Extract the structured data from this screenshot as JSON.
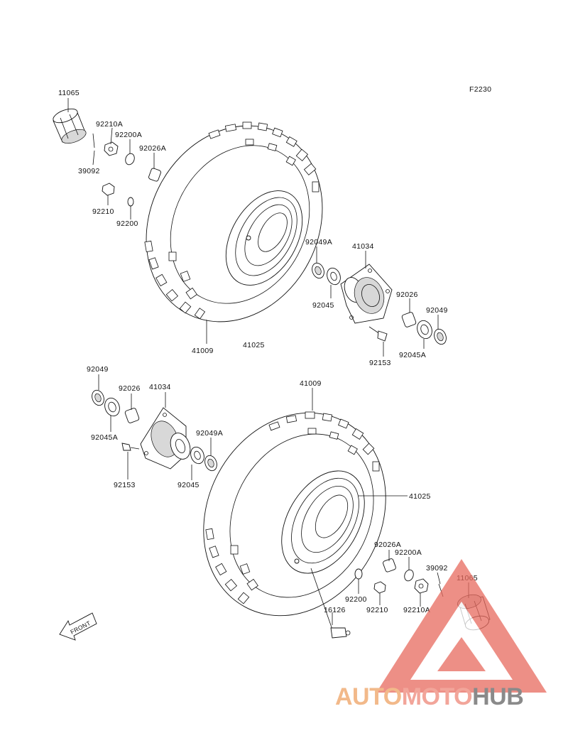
{
  "figure_code": "F2230",
  "labels": {
    "p11065_top": "11065",
    "p92210A_top": "92210A",
    "p92200A_top": "92200A",
    "p92026A_top": "92026A",
    "p39092_top": "39092",
    "p92210_top": "92210",
    "p92200_top": "92200",
    "p92049A_top": "92049A",
    "p41034_top": "41034",
    "p92045_top": "92045",
    "p92026_top": "92026",
    "p92049_top": "92049",
    "p92045A_top": "92045A",
    "p92153_top": "92153",
    "p41009_top": "41009",
    "p41025_top": "41025",
    "p92049_bot": "92049",
    "p92026_bot": "92026",
    "p41034_bot": "41034",
    "p92045A_bot": "92045A",
    "p92049A_bot": "92049A",
    "p92153_bot": "92153",
    "p92045_bot": "92045",
    "p41009_bot": "41009",
    "p41025_bot": "41025",
    "p92026A_bot": "92026A",
    "p92200A_bot": "92200A",
    "p39092_bot": "39092",
    "p11065_bot": "11065",
    "p92200_bot": "92200",
    "p92210_bot": "92210",
    "p92210A_bot": "92210A",
    "p16126_bot": "16126"
  },
  "front_arrow_label": "FRONT",
  "watermark": {
    "part1": "AUTO",
    "part2": "MOTO",
    "part3": "HUB",
    "colors": {
      "part1": "#f2b98a",
      "part2": "#f2a59a",
      "part3": "#8a8a8a",
      "triangle": "#e86a5e"
    }
  }
}
